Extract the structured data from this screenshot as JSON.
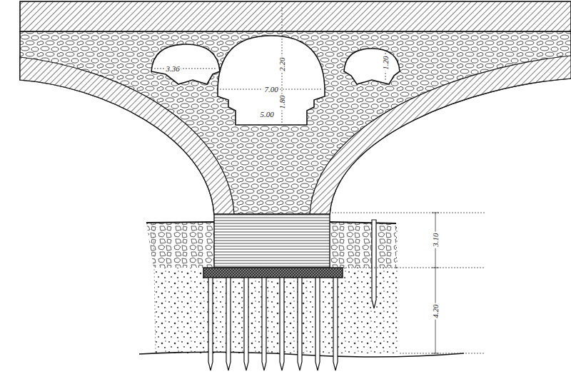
{
  "diagram": {
    "labels": [
      "3.36",
      "2.20",
      "1.20",
      "7.00",
      "1.80",
      "5.00",
      "3.10",
      "4.20"
    ]
  }
}
